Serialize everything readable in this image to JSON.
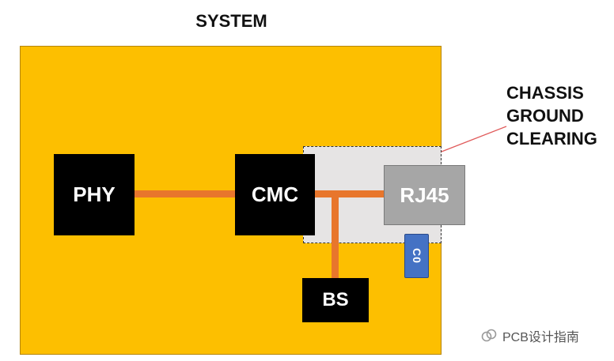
{
  "diagram": {
    "title": "SYSTEM",
    "blocks": {
      "phy": "PHY",
      "cmc": "CMC",
      "rj45": "RJ45",
      "bs": "BS",
      "cap": "C0"
    },
    "callout": [
      "CHASSIS",
      "GROUND",
      "CLEARING"
    ]
  },
  "watermark": {
    "text": "PCB设计指南"
  },
  "colors": {
    "board": "#fdbf00",
    "clearing": "#e6e4e4",
    "trace": "#e8762c",
    "block": "#000000",
    "rj45": "#a6a6a6",
    "cap": "#4472c4",
    "leader": "#e05a5a"
  }
}
